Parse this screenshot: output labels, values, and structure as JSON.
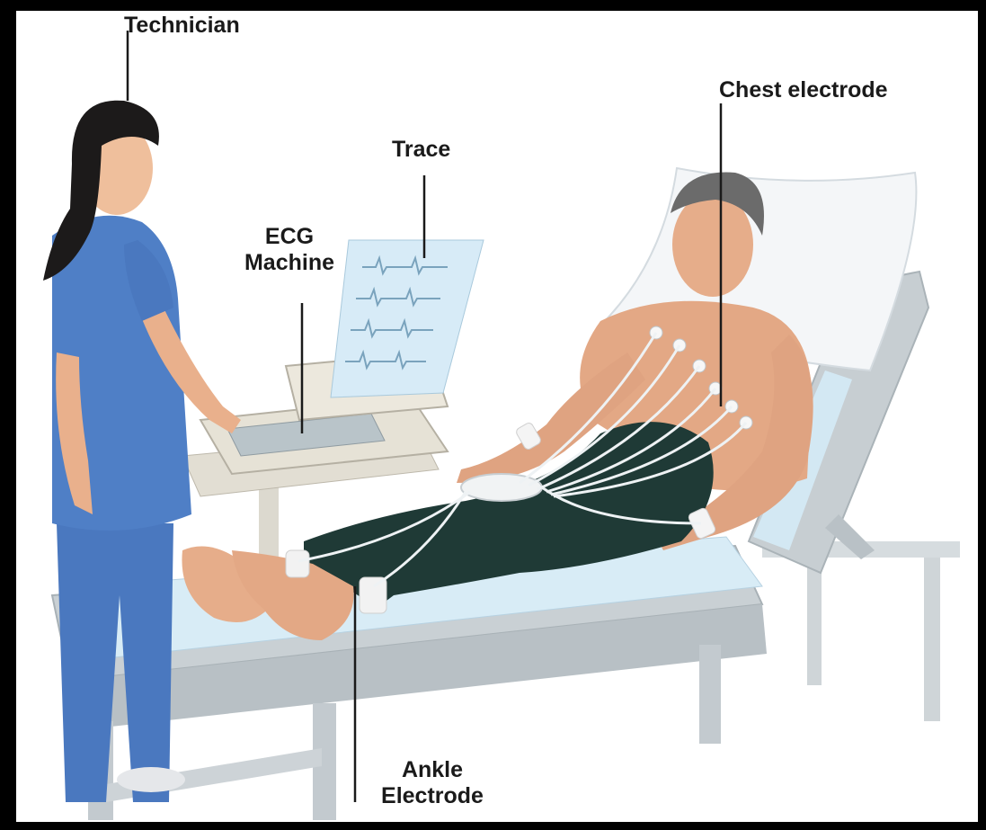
{
  "labels": {
    "technician": "Technician",
    "trace": "Trace",
    "ecg_line1": "ECG",
    "ecg_line2": "Machine",
    "chest": "Chest electrode",
    "ankle_line1": "Ankle",
    "ankle_line2": "Electrode"
  },
  "colors": {
    "frame": "#000000",
    "background": "#ffffff",
    "scrubs": "#4f7fc6",
    "skin": "#e9b08c",
    "pants": "#1f3a36",
    "couch": "#c9d0d4",
    "sheet": "#d8ecf6",
    "machine": "#e6e2d6",
    "paper": "#d7ebf7",
    "leader_line": "#1a1a1a"
  }
}
